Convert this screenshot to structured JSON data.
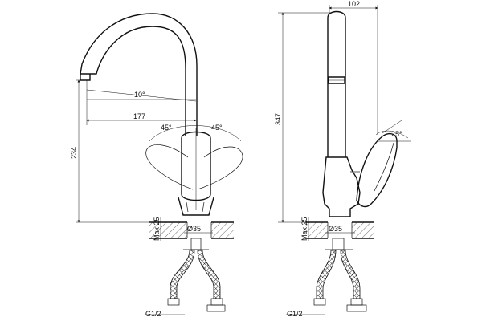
{
  "drawing": {
    "left_view": {
      "aerator_angle": "10°",
      "spout_reach": "177",
      "lever_angle_left": "45°",
      "lever_angle_right": "45°",
      "height": "234",
      "mount_max": "Max 25",
      "mount_hole": "Ø35",
      "hose_thread": "G1/2"
    },
    "right_view": {
      "depth": "102",
      "total_height": "347",
      "lever_tilt": "25°",
      "mount_max": "Max 25",
      "mount_hole": "Ø35",
      "hose_thread": "G1/2"
    }
  }
}
